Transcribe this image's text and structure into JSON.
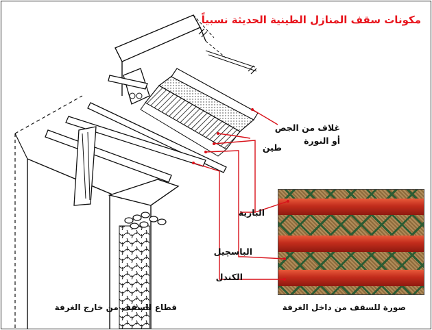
{
  "title": "مكونات سقف المنازل الطينية الحديثة نسبياً",
  "labels": {
    "plaster_cover_line1": "غلاف من الجص",
    "plaster_cover_line2": "أو النورة",
    "mud": "طين",
    "bariya": "البارية",
    "baspeel": "الباسچيل",
    "kandal": "الكندل"
  },
  "captions": {
    "section_drawing": "قطاع للسقف من خارج الغرفة",
    "interior_photo": "صورة للسقف من داخل الغرفة"
  },
  "colors": {
    "title": "#e8141c",
    "leader_lines": "#d8121a",
    "beam": "#c22c1c",
    "lattice": "#2c5c33",
    "straw": "#a5804d"
  }
}
